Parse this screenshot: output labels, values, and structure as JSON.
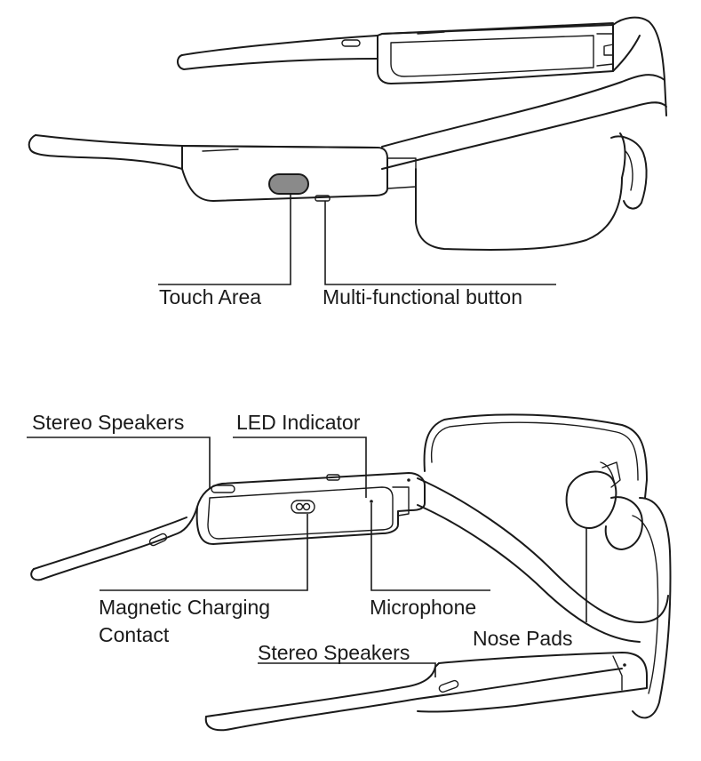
{
  "labels": {
    "touch_area": "Touch Area",
    "multi_button": "Multi-functional button",
    "stereo_speakers_top": "Stereo Speakers",
    "led_indicator": "LED Indicator",
    "magnetic_line1": "Magnetic Charging",
    "magnetic_line2": "Contact",
    "microphone": "Microphone",
    "nose_pads": "Nose Pads",
    "stereo_speakers_bottom": "Stereo Speakers"
  },
  "colors": {
    "ink": "#1a1a1a",
    "touch_area_fill": "#8a8a8a",
    "background": "#ffffff"
  }
}
